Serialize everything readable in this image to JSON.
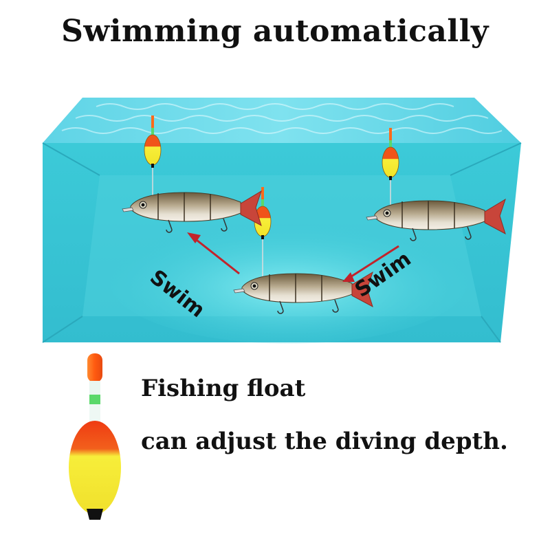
{
  "title": "Swimming automatically",
  "scene": {
    "swim_left_label": "Swim",
    "swim_right_label": "Swim"
  },
  "captions": {
    "line1": "Fishing float",
    "line2": "can adjust the diving depth."
  },
  "colors": {
    "water": "#2fc1d3",
    "water_dark": "#1a9fb6",
    "arrow": "#c2232b",
    "float_red": "#f0541a",
    "float_yellow": "#f7ee3a",
    "float_tip_orange": "#ff6a1a",
    "float_stem_green": "#5ad86a"
  },
  "icons": [
    "fish-lure-icon",
    "fishing-float-icon",
    "arrow-icon",
    "hook-icon"
  ]
}
